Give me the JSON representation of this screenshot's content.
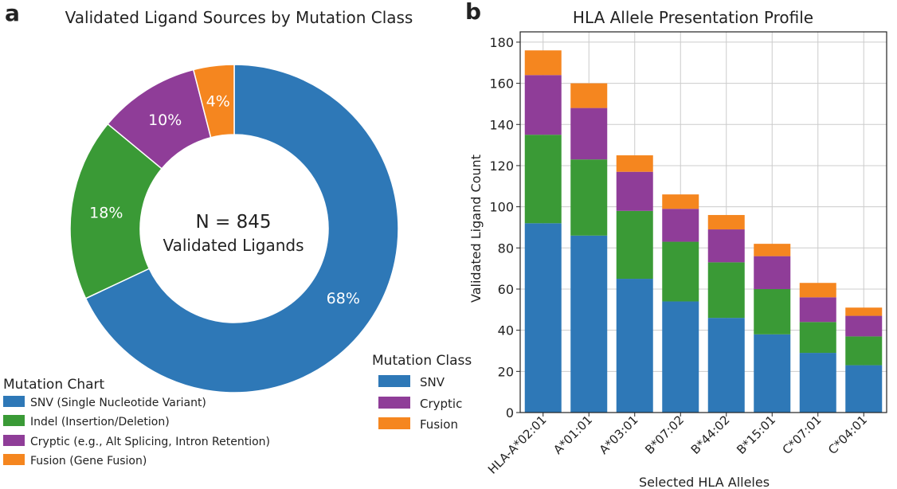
{
  "colors": {
    "snv": "#2e78b7",
    "indel": "#3a9a36",
    "cryptic": "#8f3d98",
    "fusion": "#f5861f",
    "grid": "#cccccc",
    "text": "#222222"
  },
  "panel_a": {
    "letter": "a",
    "center_line1": "N = 845",
    "center_line2": "Validated Ligands",
    "legend_title": "Mutation Chart",
    "legend_items": [
      {
        "label": "SNV (Single Nucleotide Variant)"
      },
      {
        "label": "Indel (Insertion/Deletion)"
      },
      {
        "label": "Cryptic (e.g., Alt Splicing, Intron Retention)"
      },
      {
        "label": "Fusion (Gene Fusion)"
      }
    ]
  },
  "panel_b": {
    "letter": "b",
    "legend_title": "Mutation Class",
    "legend_items": [
      {
        "label": "SNV"
      },
      {
        "label": "Cryptic"
      },
      {
        "label": "Fusion"
      }
    ]
  },
  "chart_data": [
    {
      "type": "pie",
      "title": "Validated Ligand Sources by Mutation Class",
      "donut": true,
      "categories": [
        "SNV",
        "Indel",
        "Cryptic",
        "Fusion"
      ],
      "values": [
        68,
        18,
        10,
        4
      ],
      "labels": [
        "68%",
        "18%",
        "10%",
        "4%"
      ]
    },
    {
      "type": "bar",
      "stacked": true,
      "title": "HLA Allele Presentation Profile",
      "xlabel": "Selected HLA Alleles",
      "ylabel": "Validated Ligand Count",
      "ylim": [
        0,
        185
      ],
      "yticks": [
        0,
        20,
        40,
        60,
        80,
        100,
        120,
        140,
        160,
        180
      ],
      "grid": true,
      "categories": [
        "HLA-A*02:01",
        "A*01:01",
        "A*03:01",
        "B*07:02",
        "B*44:02",
        "B*15:01",
        "C*07:01",
        "C*04:01"
      ],
      "series": [
        {
          "name": "SNV",
          "values": [
            92,
            86,
            65,
            54,
            46,
            38,
            29,
            23
          ]
        },
        {
          "name": "Indel",
          "values": [
            43,
            37,
            33,
            29,
            27,
            22,
            15,
            14
          ]
        },
        {
          "name": "Cryptic",
          "values": [
            29,
            25,
            19,
            16,
            16,
            16,
            12,
            10
          ]
        },
        {
          "name": "Fusion",
          "values": [
            12,
            12,
            8,
            7,
            7,
            6,
            7,
            4
          ]
        }
      ]
    }
  ]
}
